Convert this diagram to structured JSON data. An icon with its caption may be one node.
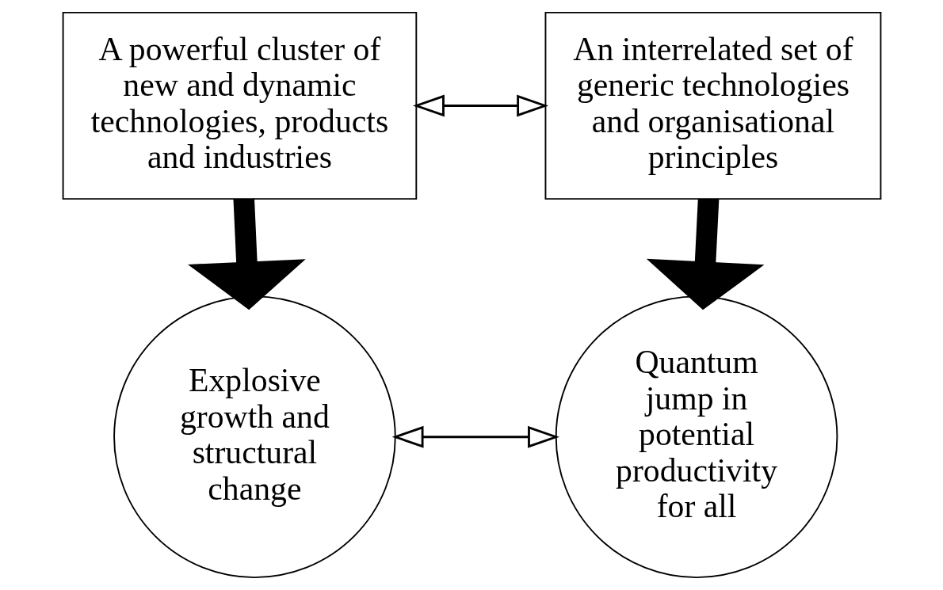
{
  "diagram": {
    "nodes": [
      {
        "text": [
          "A powerful cluster of new and dynamic technologies, products and industries"
        ]
      },
      {
        "text": [
          "An interrelated set of generic technologies  and organisational principles"
        ]
      },
      {
        "text": [
          "Explosive growth and structural change"
        ]
      },
      {
        "text": [
          "Quantum jump in potential productivity for all"
        ]
      }
    ],
    "edges": [
      {
        "from": 0,
        "to": 1,
        "arrow": "both"
      },
      {
        "from": 0,
        "to": 2,
        "arrow": "to",
        "style": "thick"
      },
      {
        "from": 1,
        "to": 3,
        "arrow": "to",
        "style": "thick"
      },
      {
        "from": 2,
        "to": 3,
        "arrow": "both"
      }
    ]
  }
}
